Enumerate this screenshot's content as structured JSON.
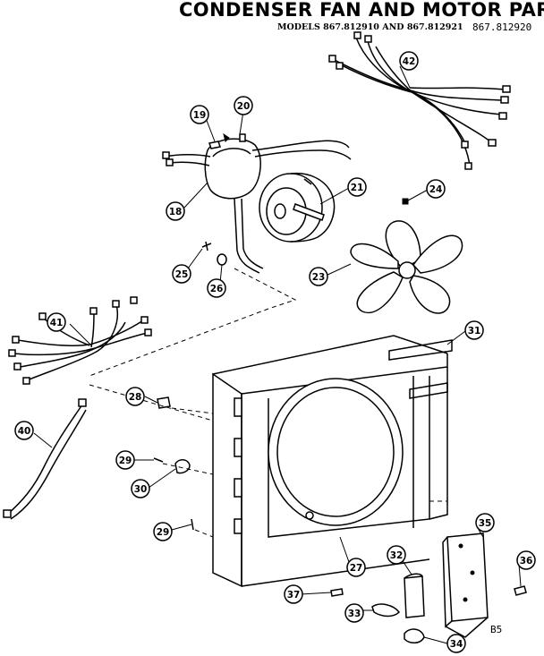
{
  "header": {
    "title": "CONDENSER FAN AND MOTOR PARTS",
    "models_prefix": "MODELS 867.812910 AND 867.812921",
    "models_extra": "867.812920"
  },
  "corner_code": "B5",
  "callouts": [
    {
      "id": "19",
      "label": "19"
    },
    {
      "id": "20",
      "label": "20"
    },
    {
      "id": "42",
      "label": "42"
    },
    {
      "id": "21",
      "label": "21"
    },
    {
      "id": "24",
      "label": "24"
    },
    {
      "id": "18",
      "label": "18"
    },
    {
      "id": "25",
      "label": "25"
    },
    {
      "id": "26",
      "label": "26"
    },
    {
      "id": "23",
      "label": "23"
    },
    {
      "id": "41",
      "label": "41"
    },
    {
      "id": "31",
      "label": "31"
    },
    {
      "id": "28",
      "label": "28"
    },
    {
      "id": "40",
      "label": "40"
    },
    {
      "id": "29a",
      "label": "29"
    },
    {
      "id": "30",
      "label": "30"
    },
    {
      "id": "29b",
      "label": "29"
    },
    {
      "id": "35",
      "label": "35"
    },
    {
      "id": "36",
      "label": "36"
    },
    {
      "id": "27",
      "label": "27"
    },
    {
      "id": "32",
      "label": "32"
    },
    {
      "id": "37",
      "label": "37"
    },
    {
      "id": "33",
      "label": "33"
    },
    {
      "id": "34",
      "label": "34"
    }
  ]
}
